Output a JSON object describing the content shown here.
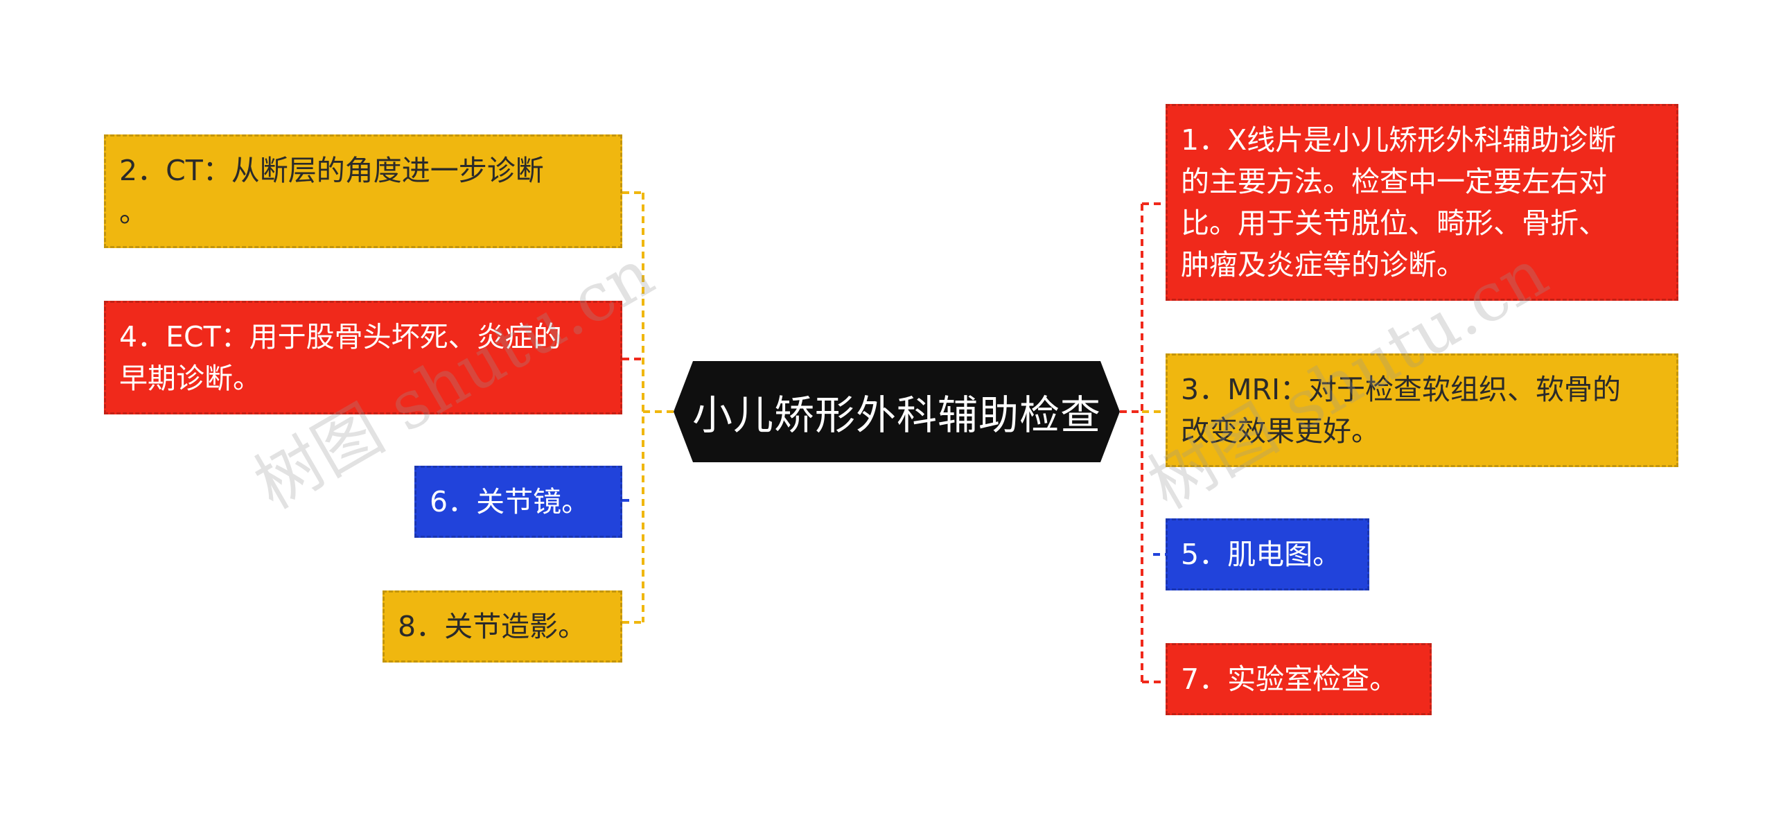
{
  "root": {
    "label": "小儿矫形外科辅助检查",
    "color": "#0f0f0f"
  },
  "left_nodes": [
    {
      "id": "n2",
      "text": "2．CT：从断层的角度进一步诊断。",
      "lines": [
        "2．CT：从断层的角度进一步诊断",
        "。"
      ],
      "color": "yellow"
    },
    {
      "id": "n4",
      "text": "4．ECT：用于股骨头坏死、炎症的早期诊断。",
      "lines": [
        "4．ECT：用于股骨头坏死、炎症的",
        "早期诊断。"
      ],
      "color": "red"
    },
    {
      "id": "n6",
      "text": "6．关节镜。",
      "lines": [
        "6．关节镜。"
      ],
      "color": "blue"
    },
    {
      "id": "n8",
      "text": "8．关节造影。",
      "lines": [
        "8．关节造影。"
      ],
      "color": "yellow"
    }
  ],
  "right_nodes": [
    {
      "id": "n1",
      "text": "1．X线片是小儿矫形外科辅助诊断的主要方法。检查中一定要左右对比。用于关节脱位、畸形、骨折、肿瘤及炎症等的诊断。",
      "lines": [
        "1．X线片是小儿矫形外科辅助诊断",
        "的主要方法。检查中一定要左右对",
        "比。用于关节脱位、畸形、骨折、",
        "肿瘤及炎症等的诊断。"
      ],
      "color": "red"
    },
    {
      "id": "n3",
      "text": "3．MRI：对于检查软组织、软骨的改变效果更好。",
      "lines": [
        "3．MRI：对于检查软组织、软骨的",
        "改变效果更好。"
      ],
      "color": "yellow"
    },
    {
      "id": "n5",
      "text": "5．肌电图。",
      "lines": [
        "5．肌电图。"
      ],
      "color": "blue"
    },
    {
      "id": "n7",
      "text": "7．实验室检查。",
      "lines": [
        "7．实验室检查。"
      ],
      "color": "red"
    }
  ],
  "colors": {
    "yellow": "#f0b70f",
    "red": "#f0291b",
    "blue": "#2143db",
    "root": "#0f0f0f"
  },
  "watermark": "树图 shutu.cn"
}
